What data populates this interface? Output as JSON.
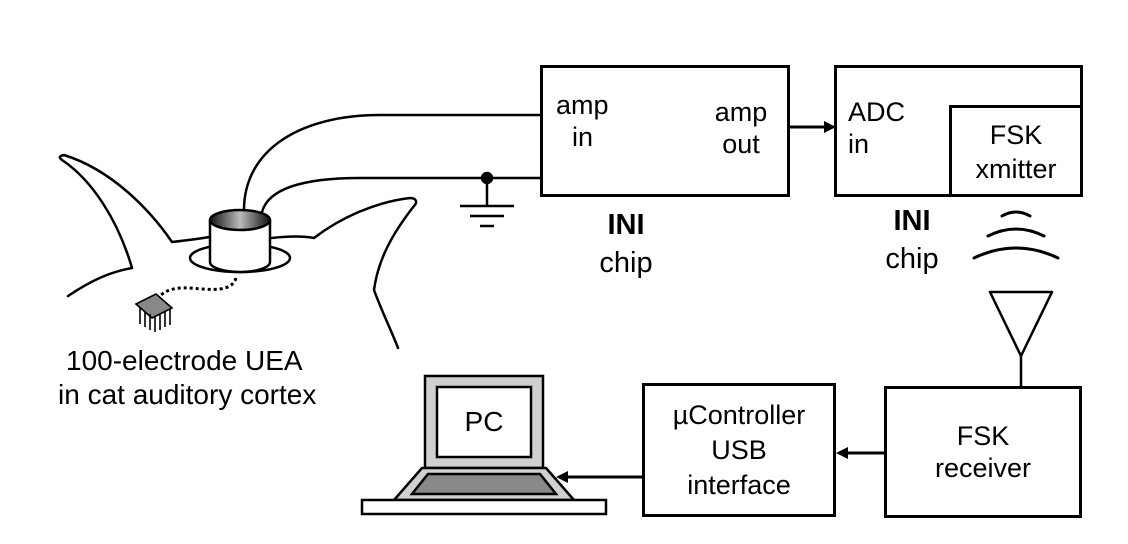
{
  "amp_chip": {
    "in_line1": "amp",
    "in_line2": "in",
    "out_line1": "amp",
    "out_line2": "out",
    "caption_line1": "INI",
    "caption_line2": "chip"
  },
  "adc_chip": {
    "in_line1": "ADC",
    "in_line2": "in",
    "caption_line1": "INI",
    "caption_line2": "chip"
  },
  "fsk_xmitter": {
    "line1": "FSK",
    "line2": "xmitter"
  },
  "fsk_receiver": {
    "line1": "FSK",
    "line2": "receiver"
  },
  "controller": {
    "line1": "µController",
    "line2": "USB",
    "line3": "interface"
  },
  "pc": {
    "label": "PC"
  },
  "subject": {
    "line1": "100-electrode UEA",
    "line2": "in cat auditory cortex"
  }
}
